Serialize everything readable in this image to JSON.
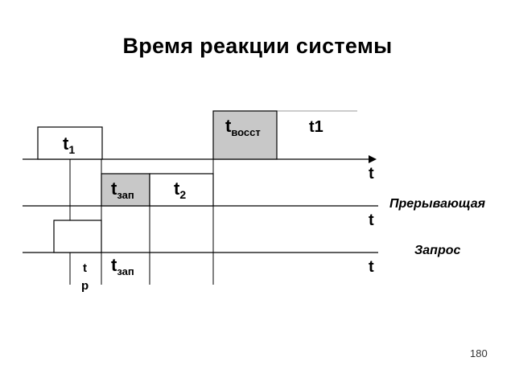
{
  "slide": {
    "title": "Время реакции системы",
    "page_number": "180"
  },
  "labels": {
    "t1_box": "t",
    "t1_box_sub": "1",
    "t_vosst": "t",
    "t_vosst_sub": "восст",
    "t1_right": "t1",
    "t_zap_box": "t",
    "t_zap_box_sub": "зап",
    "t2_box": "t",
    "t2_box_sub": "2",
    "t_zap_bottom": "t",
    "t_zap_bottom_sub": "зап",
    "tp_t": "t",
    "tp_p": "р",
    "axis_t_1": "t",
    "axis_t_2": "t",
    "axis_t_3": "t",
    "interrupting": "Прерывающая",
    "request": "Запрос"
  },
  "colors": {
    "shaded_box": "#c8c8c8",
    "line": "#000000",
    "light_line": "#999999"
  }
}
